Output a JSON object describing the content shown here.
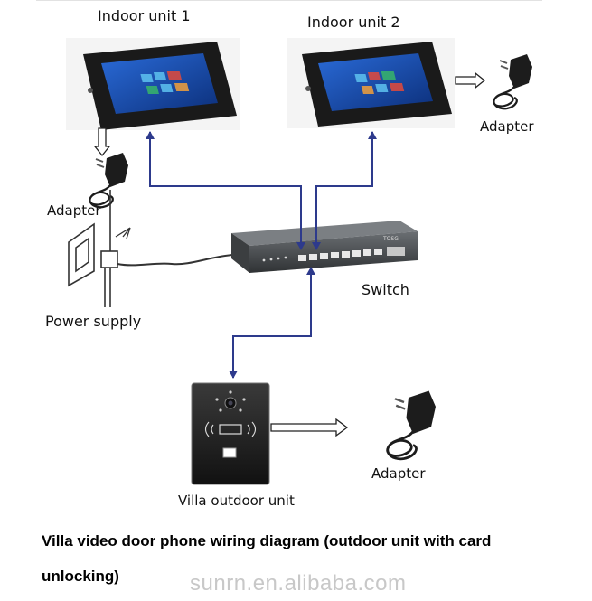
{
  "labels": {
    "indoor_unit_1": "Indoor unit 1",
    "indoor_unit_2": "Indoor unit 2",
    "adapter_indoor_1": "Adapter",
    "adapter_indoor_2": "Adapter",
    "adapter_outdoor": "Adapter",
    "power_supply": "Power supply",
    "switch": "Switch",
    "outdoor_unit": "Villa outdoor unit",
    "switch_brand": "TOSG"
  },
  "caption": {
    "line1": "Villa video door phone wiring diagram (outdoor unit with card",
    "line2": "unlocking)"
  },
  "watermark": "sunrn.en.alibaba.com",
  "colors": {
    "network_cable": "#2d3a8c",
    "power_line": "#333333",
    "tablet_frame": "#1a1a1a",
    "switch_body": "#4a4d50",
    "outdoor_panel": "#2a2a2a"
  }
}
